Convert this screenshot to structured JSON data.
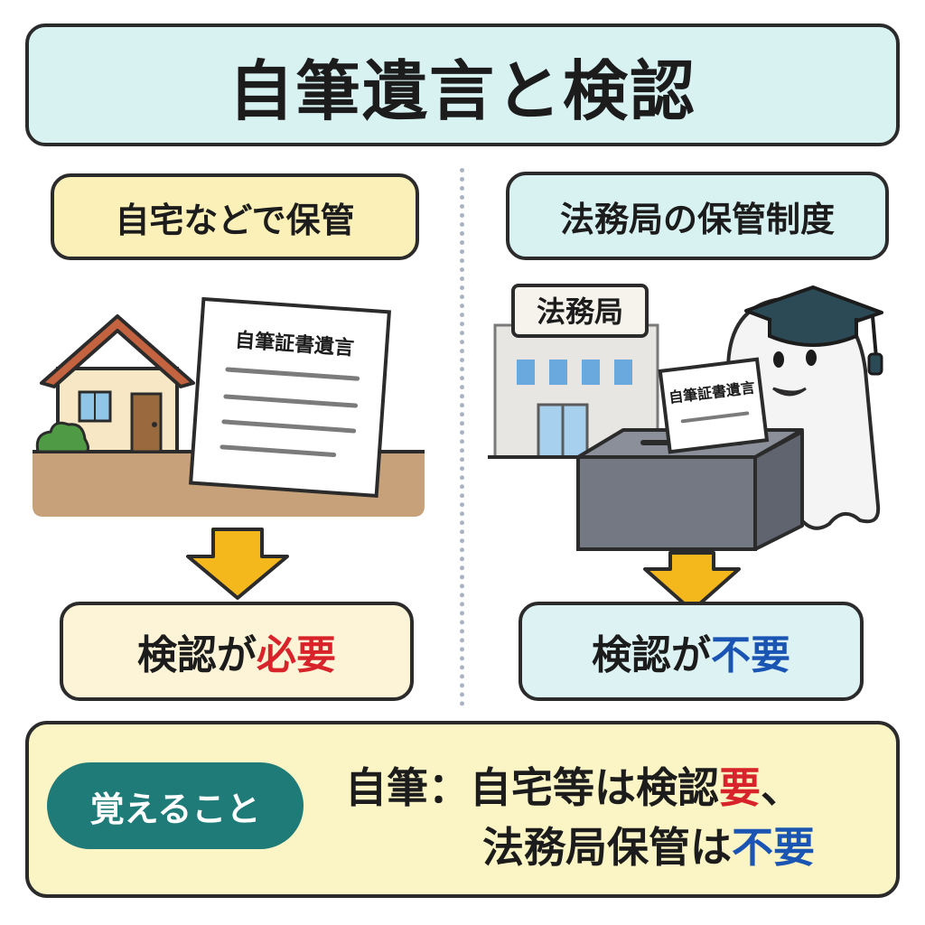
{
  "title": "自筆遺言と検認",
  "left": {
    "header": "自宅などで保管",
    "document_label": "自筆証書遺言",
    "result_prefix": "検認が",
    "result_emphasis": "必要"
  },
  "right": {
    "header": "法務局の保管制度",
    "building_sign": "法務局",
    "document_label": "自筆証書遺言",
    "result_prefix": "検認が",
    "result_emphasis": "不要"
  },
  "memo": {
    "badge": "覚えること",
    "line1_text": "自筆：自宅等は検認",
    "line1_emphasis": "要",
    "line1_end": "、",
    "line2_text": "法務局保管は",
    "line2_emphasis": "不要"
  },
  "colors": {
    "required": "#d8232a",
    "not_required": "#1a55b4",
    "arrow": "#f5b81c",
    "title_bg": "#d8f2f2",
    "memo_bg": "#fbf4c4",
    "badge_bg": "#1f7b78"
  }
}
